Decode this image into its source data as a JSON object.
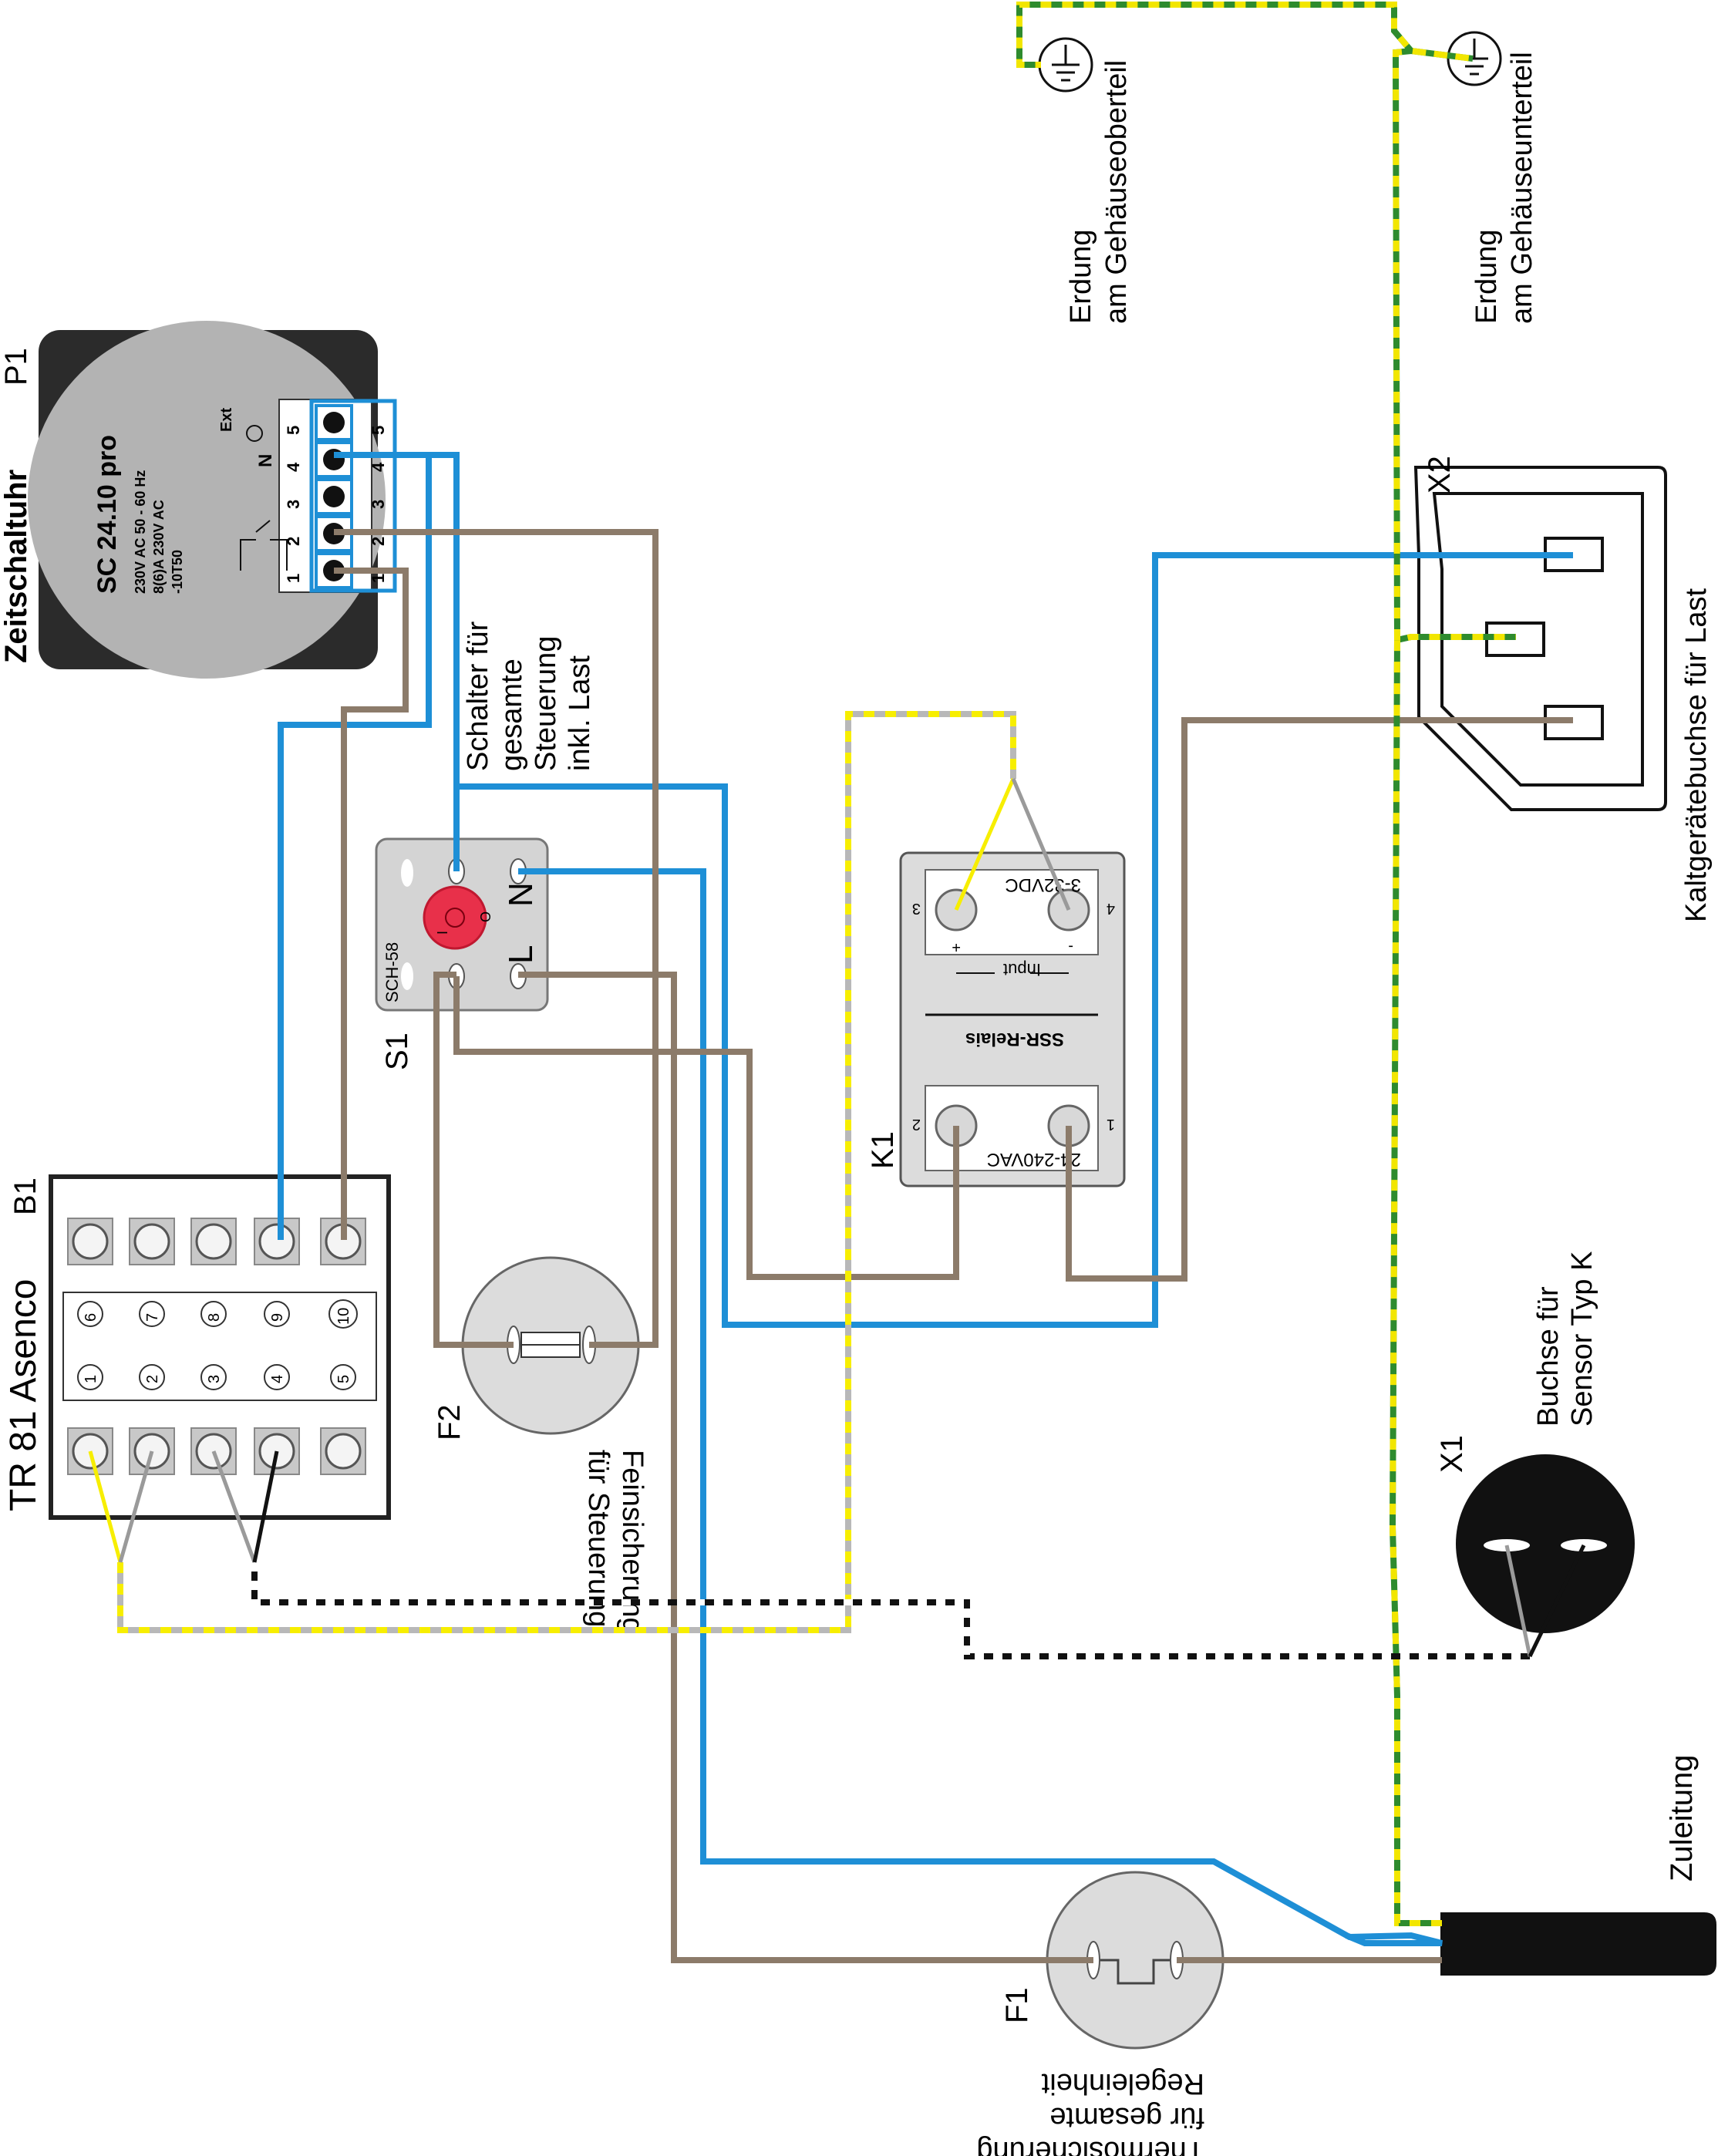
{
  "components": {
    "timer": {
      "ref": "P1",
      "name": "Zeitschaltuhr",
      "model": "SC 24.10 pro",
      "spec_lines": [
        "230V AC 50 - 60 Hz",
        "8(6)A 230V AC",
        "-10T50"
      ],
      "ext_label": "Ext",
      "n_label": "N",
      "terminal_numbers": [
        "1",
        "2",
        "3",
        "4",
        "5"
      ]
    },
    "switch": {
      "ref": "S1",
      "model": "SCH-58",
      "label_lines": [
        "Schalter für",
        "gesamte",
        "Steuerung",
        "inkl. Last"
      ],
      "pin_n": "N",
      "pin_l": "L",
      "pos_on": "I",
      "pos_off": "O"
    },
    "controller": {
      "ref": "B1",
      "name": "TR 81 Asenco",
      "numbers_top": [
        "6",
        "7",
        "8",
        "9",
        "10"
      ],
      "numbers_bottom": [
        "1",
        "2",
        "3",
        "4",
        "5"
      ]
    },
    "fine_fuse": {
      "ref": "F2",
      "label_lines": [
        "Feinsicherung",
        "für Steuerung"
      ]
    },
    "relay": {
      "ref": "K1",
      "name": "SSR-Relais",
      "input_label": "Input",
      "input_voltage": "3-32VDC",
      "output_voltage": "24-240VAC",
      "pin3": "3",
      "pin4": "4",
      "pin1": "1",
      "pin2": "2",
      "plus": "+",
      "minus": "-"
    },
    "socket": {
      "ref": "X2",
      "label": "Kaltgerätebuchse für Last"
    },
    "earth_top": {
      "label_lines": [
        "Erdung",
        "am Gehäuseoberteil"
      ]
    },
    "earth_bottom": {
      "label_lines": [
        "Erdung",
        "am Gehäuseunterteil"
      ]
    },
    "sensor_socket": {
      "ref": "X1",
      "label_lines": [
        "Buchse für",
        "Sensor Typ K"
      ]
    },
    "thermo_fuse": {
      "ref": "F1",
      "label_lines": [
        "Thermosicherung",
        "für gesamte",
        "Regeleinheit"
      ]
    },
    "supply": {
      "label": "Zuleitung"
    }
  },
  "colors": {
    "phase": "#8c7b6a",
    "neutral": "#1e8fd6",
    "earth": "#2e8b2e",
    "earth_stripe": "#f2e600",
    "thermo_pos": "#f7ee00",
    "thermo_neg": "#b8b8b8",
    "fuse_red": "#e8304a"
  },
  "icons": {
    "earth": "ground-icon",
    "switch": "rocker-switch-icon",
    "fuse": "fuse-icon"
  }
}
